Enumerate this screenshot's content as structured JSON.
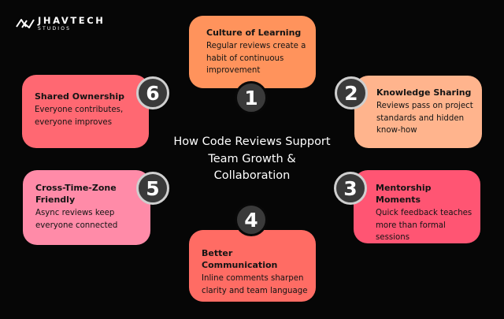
{
  "brand": {
    "name": "JHAVTECH",
    "sub": "STUDIOS",
    "icon": "jhavtech-logo-icon"
  },
  "center_title": "How Code Reviews Support Team Growth & Collaboration",
  "items": [
    {
      "number": "1",
      "title": "Culture of Learning",
      "description": "Regular reviews create a habit of continuous improvement",
      "color": "#ff935c"
    },
    {
      "number": "2",
      "title": "Knowledge Sharing",
      "description": "Reviews pass on project standards and hidden know-how",
      "color": "#ffb48d"
    },
    {
      "number": "3",
      "title": "Mentorship Moments",
      "description": "Quick feedback teaches more than formal sessions",
      "color": "#ff5573"
    },
    {
      "number": "4",
      "title": "Better Communication",
      "description": "Inline comments sharpen clarity and team language",
      "color": "#ff6c64"
    },
    {
      "number": "5",
      "title": "Cross-Time-Zone Friendly",
      "description": "Async reviews keep everyone connected",
      "color": "#ff8ba8"
    },
    {
      "number": "6",
      "title": "Shared Ownership",
      "description": "Everyone contributes, everyone improves",
      "color": "#ff6872"
    }
  ]
}
